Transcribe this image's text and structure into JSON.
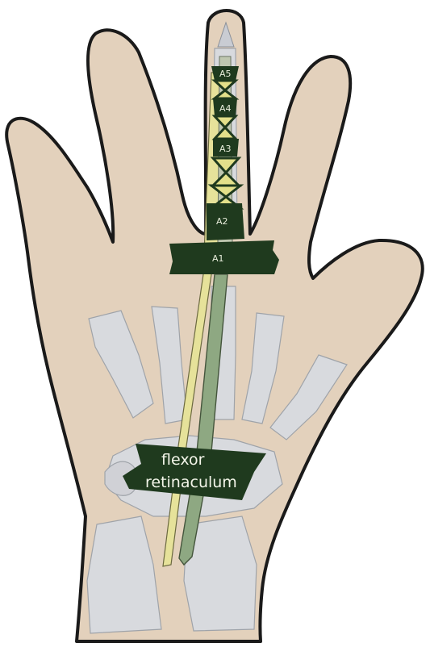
{
  "pulleys": {
    "a5": "A5",
    "a4": "A4",
    "a3": "A3",
    "a2": "A2",
    "a1": "A1"
  },
  "retinaculum": {
    "line1": "flexor",
    "line2": "retinaculum"
  },
  "colors": {
    "skin": "#e3d1bc",
    "outline": "#1a1a1a",
    "bone": "#d8dbe1",
    "pulley": "#1f3a1e",
    "tendon_green": "#8ea882",
    "tendon_yellow": "#e6e29a"
  }
}
